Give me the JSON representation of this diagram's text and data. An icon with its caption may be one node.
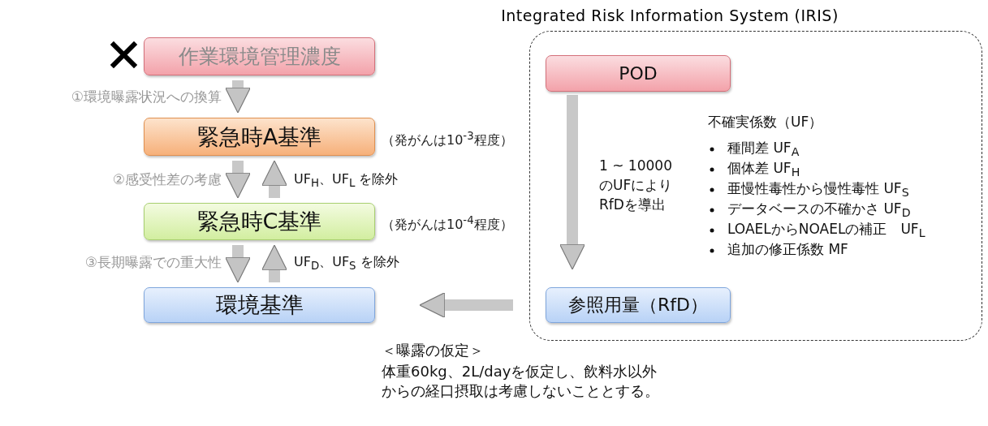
{
  "diagram": {
    "nodes": [
      {
        "text": [
          "作業環境管理濃度"
        ]
      },
      {
        "text": [
          "緊急時A基準"
        ],
        "beside": [
          "（発がんは10$^{-3}$程度）"
        ]
      },
      {
        "text": [
          "緊急時C基準"
        ],
        "beside": [
          "（発がんは10$^{-4}$程度）"
        ]
      },
      {
        "text": [
          "環境基準"
        ]
      },
      {
        "text": [
          "Integrated Risk Information System (IRIS)"
        ]
      },
      {
        "text": [
          "POD"
        ],
        "in": 4
      },
      {
        "text": [
          "参照用量（RfD）"
        ],
        "in": 4
      }
    ],
    "edges": [
      {
        "from": 0,
        "to": 1,
        "arrow": "to",
        "label": "①環境曝露状況への換算"
      },
      {
        "from": 1,
        "to": 2,
        "arrow": "to",
        "label": "②感受性差の考慮"
      },
      {
        "from": 2,
        "to": 1,
        "arrow": "to",
        "label": "UF$_{H}$、UF$_{L}$ を除外"
      },
      {
        "from": 2,
        "to": 3,
        "arrow": "to",
        "label": "③長期曝露での重大性"
      },
      {
        "from": 3,
        "to": 2,
        "arrow": "to",
        "label": "UF$_{D}$、UF$_{S}$ を除外"
      },
      {
        "from": 5,
        "to": 6,
        "arrow": "to",
        "label": "1 ~ 10000 のUFにより RfDを導出"
      },
      {
        "from": 6,
        "to": 3,
        "arrow": "to"
      }
    ],
    "labels": [
      "不確実係数（UF）",
      "種間差 UF$_{A}$",
      "個体差 UF$_{H}$",
      "亜慢性毒性から慢性毒性 UF$_{S}$",
      "データベースの不確かさ UF$_{D}$",
      "LOAELからNOAELの補正　UF$_{L}$",
      "追加の修正係数 MF",
      "＜曝露の仮定＞",
      "体重60kg、2L/dayを仮定し、飲料水以外からの経口摂取は考慮しないこととする。"
    ]
  }
}
